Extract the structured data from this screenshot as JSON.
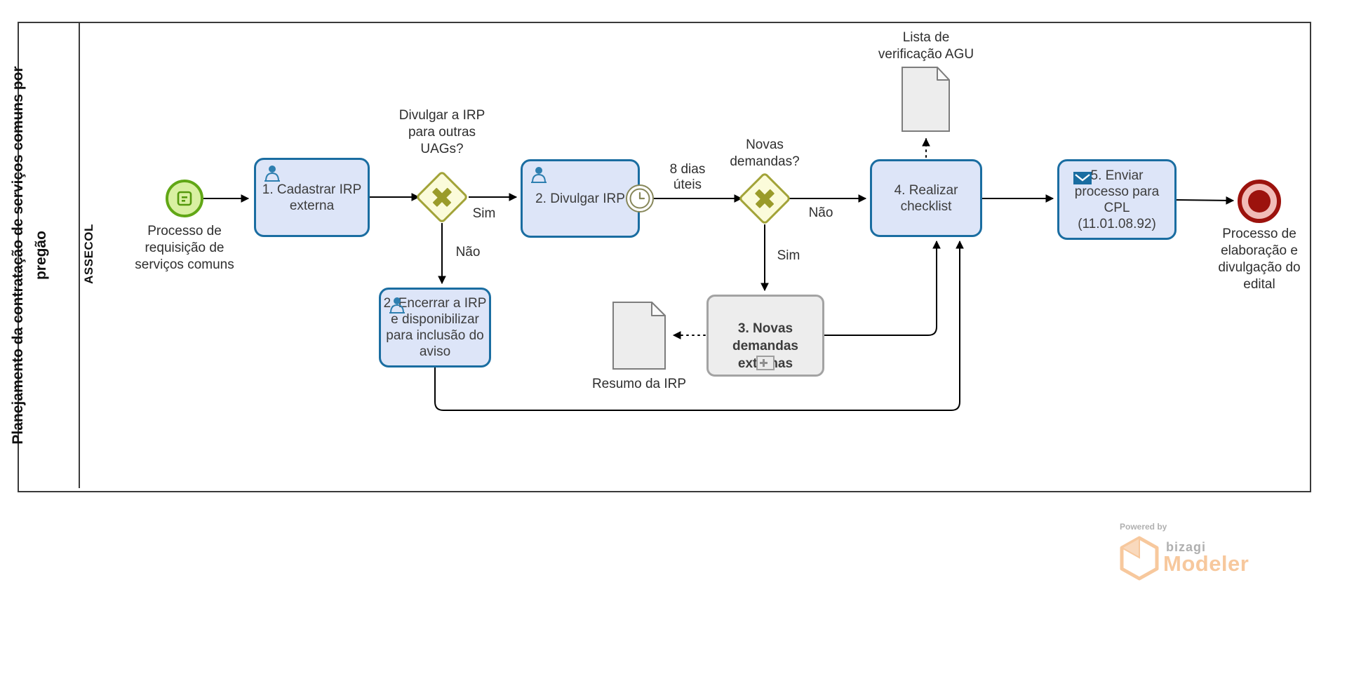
{
  "pool": {
    "title": "Planejamento da contratação de serviços comuns por\npregão",
    "lane": "ASSECOL"
  },
  "nodes": {
    "start_event": {
      "label": "Processo de\nrequisição de\nserviços comuns"
    },
    "task1": {
      "label": "1. Cadastrar IRP\nexterna"
    },
    "gateway1": {
      "question": "Divulgar a IRP\npara outras\nUAGs?"
    },
    "task2": {
      "label": "2. Divulgar IRP"
    },
    "gateway2": {
      "question": "Novas\ndemandas?"
    },
    "task_encerrar": {
      "label": "2. Encerrar a IRP\ne disponibilizar\npara inclusão do\naviso"
    },
    "subprocess3": {
      "label": "3. Novas\ndemandas\nexternas"
    },
    "doc_resumo": {
      "label": "Resumo da IRP"
    },
    "task4": {
      "label": "4. Realizar\nchecklist"
    },
    "doc_lista": {
      "label": "Lista de\nverificação AGU"
    },
    "task5": {
      "label": "5. Enviar\nprocesso para\nCPL\n(11.01.08.92)"
    },
    "end_event": {
      "label": "Processo de\nelaboração e\ndivulgação do\nedital"
    }
  },
  "edges": {
    "gw1_yes": "Sim",
    "gw1_no": "Não",
    "gw2_yes": "Sim",
    "gw2_no": "Não",
    "timer_duration": "8 dias\núteis"
  },
  "branding": {
    "powered_by": "Powered by",
    "bizagi": "bizagi",
    "modeler": "Modeler"
  },
  "colors": {
    "task_fill": "#dde5f8",
    "task_border": "#1a6da1",
    "gateway_fill": "#fbfbda",
    "gateway_border": "#a2a338",
    "gateway_marker": "#9a9b2a",
    "start_fill": "#d9f0a2",
    "start_border": "#61a716",
    "end_fill": "#f1bcb8",
    "end_border": "#9c120d",
    "end_core": "#9c120d",
    "subprocess_fill": "#ededed",
    "subprocess_border": "#a3a3a3",
    "doc_fill": "#ededed",
    "doc_border": "#7d7d7d",
    "timer_color": "#87875a",
    "person_color": "#2e7fb0",
    "logo_orange": "#f7c89d",
    "logo_gray": "#b0b0b0"
  }
}
